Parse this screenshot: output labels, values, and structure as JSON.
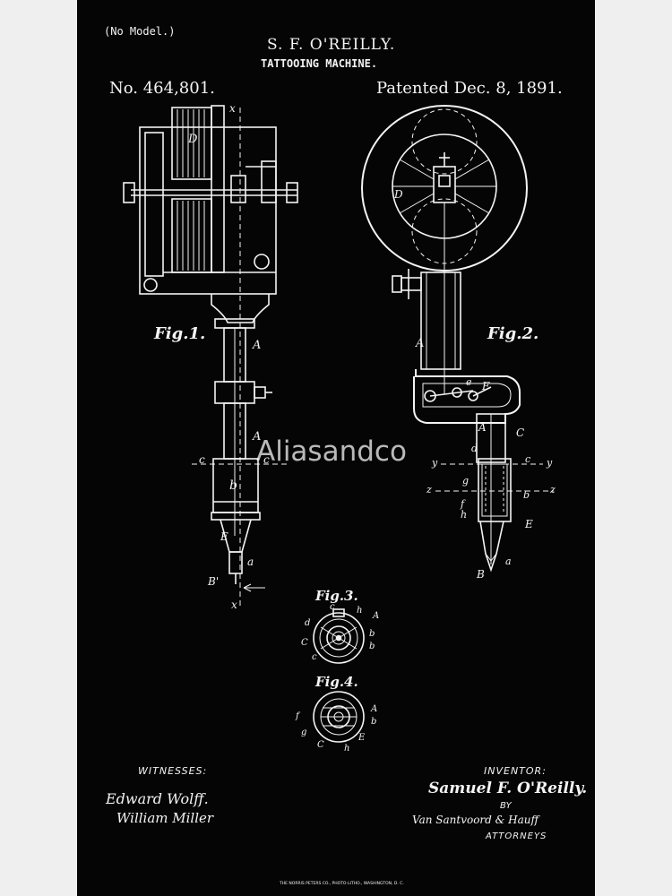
{
  "header": {
    "model_note": "(No Model.)",
    "inventor_name": "S. F. O'REILLY.",
    "title": "TATTOOING MACHINE.",
    "patent_number": "No. 464,801.",
    "patent_date": "Patented Dec. 8, 1891."
  },
  "figures": {
    "fig1_label": "Fig.1.",
    "fig2_label": "Fig.2.",
    "fig3_label": "Fig.3.",
    "fig4_label": "Fig.4."
  },
  "labels": {
    "fig1": [
      "x",
      "D",
      "A",
      "A",
      "c",
      "c",
      "b",
      "E",
      "a",
      "B'",
      "x"
    ],
    "fig2": [
      "D",
      "A",
      "F",
      "e",
      "A",
      "C",
      "d",
      "c",
      "y",
      "y",
      "z",
      "g",
      "b",
      "z",
      "f",
      "h",
      "E",
      "a",
      "B"
    ],
    "fig3": [
      "c",
      "h",
      "A",
      "d",
      "b",
      "C",
      "b",
      "c"
    ],
    "fig4": [
      "A",
      "f",
      "b",
      "g",
      "C",
      "h",
      "E"
    ]
  },
  "footer": {
    "witnesses_label": "WITNESSES:",
    "witness_1": "Edward Wolff.",
    "witness_2": "William Miller",
    "inventor_label": "INVENTOR:",
    "inventor_signature": "Samuel F. O'Reilly.",
    "by_label": "BY",
    "attorneys_signature": "Van Santvoord & Hauff",
    "attorneys_label": "ATTORNEYS",
    "printer_credit": "THE NORRIS PETERS CO., PHOTO-LITHO., WASHINGTON, D. C."
  },
  "watermark": "Aliasandco",
  "colors": {
    "background": "#050505",
    "ink": "#f4f4f4",
    "frame": "#efefef"
  }
}
